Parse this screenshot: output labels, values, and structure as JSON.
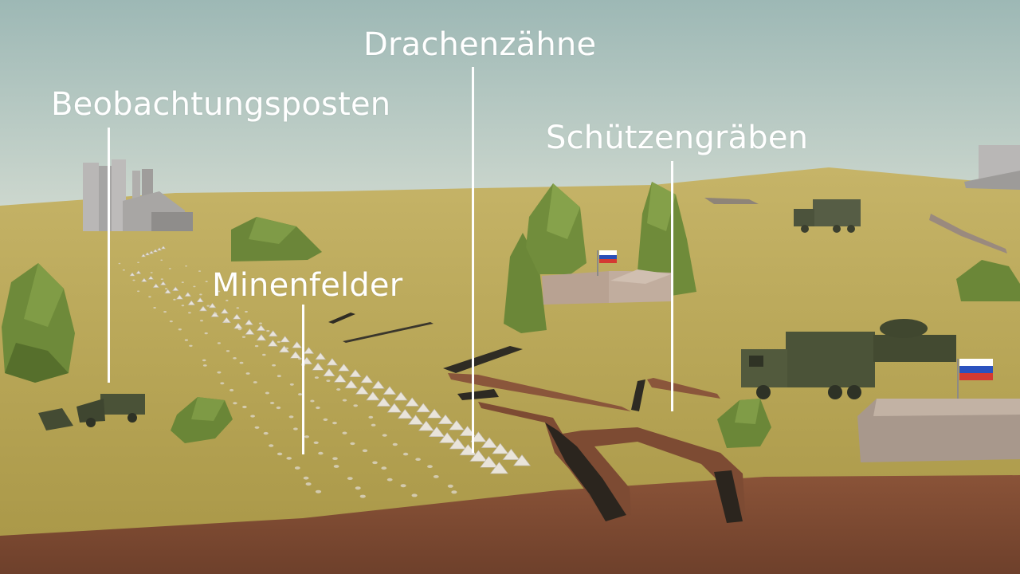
{
  "labels": {
    "observation_posts": "Beobachtungsposten",
    "dragon_teeth": "Drachenzähne",
    "trenches": "Schützengräben",
    "minefields": "Minenfelder"
  },
  "colors": {
    "sky_top": "#9fb9b6",
    "sky_bottom": "#d3dbd3",
    "ground": "#b9a95a",
    "soil": "#7d4a33",
    "vehicle": "#4d5638",
    "tree": "#6f8a3a",
    "building": "#b9a595",
    "label": "#ffffff"
  }
}
